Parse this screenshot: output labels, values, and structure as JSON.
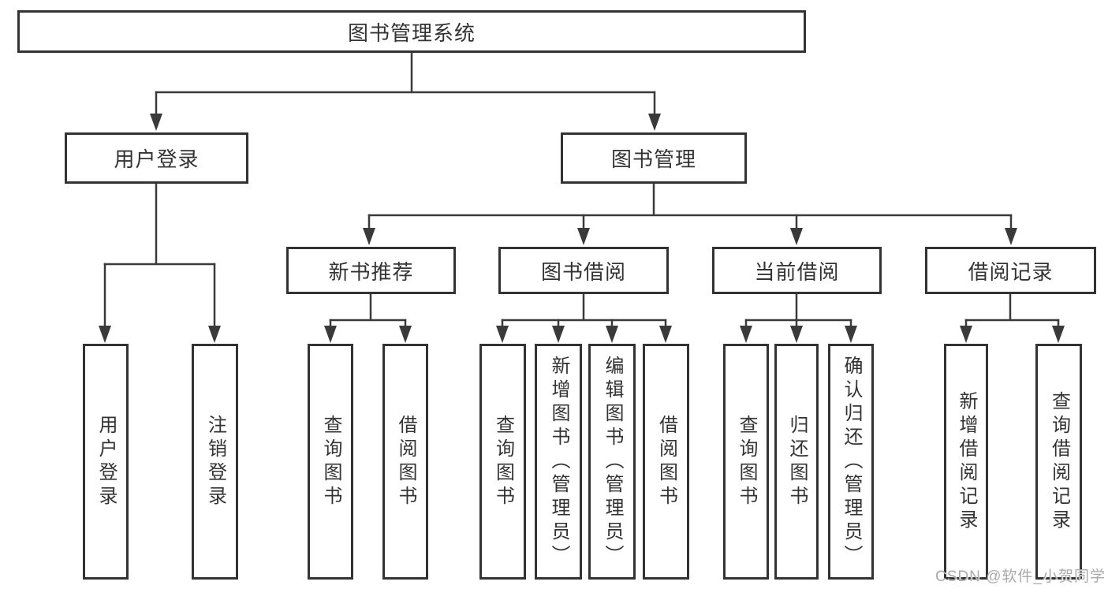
{
  "diagram": {
    "title": "图书管理系统",
    "colors": {
      "line": "#3a3a3a",
      "border": "#333333",
      "text": "#333333",
      "background": "#ffffff",
      "watermark": "#a9a9a9"
    },
    "nodes": {
      "root": {
        "label": "图书管理系统"
      },
      "level2": [
        {
          "label": "用户登录"
        },
        {
          "label": "图书管理"
        }
      ],
      "level3": [
        {
          "label": "新书推荐"
        },
        {
          "label": "图书借阅"
        },
        {
          "label": "当前借阅"
        },
        {
          "label": "借阅记录"
        }
      ],
      "leaves": {
        "login": [
          {
            "label": "用户登录"
          },
          {
            "label": "注销登录"
          }
        ],
        "recommend": [
          {
            "label": "查询图书"
          },
          {
            "label": "借阅图书"
          }
        ],
        "borrow": [
          {
            "label": "查询图书"
          },
          {
            "label": "新增图书（管理员）"
          },
          {
            "label": "编辑图书（管理员）"
          },
          {
            "label": "借阅图书"
          }
        ],
        "current": [
          {
            "label": "查询图书"
          },
          {
            "label": "归还图书"
          },
          {
            "label": "确认归还（管理员）"
          }
        ],
        "records": [
          {
            "label": "新增借阅记录"
          },
          {
            "label": "查询借阅记录"
          }
        ]
      }
    },
    "watermark": "CSDN @软件_小贺同学"
  }
}
